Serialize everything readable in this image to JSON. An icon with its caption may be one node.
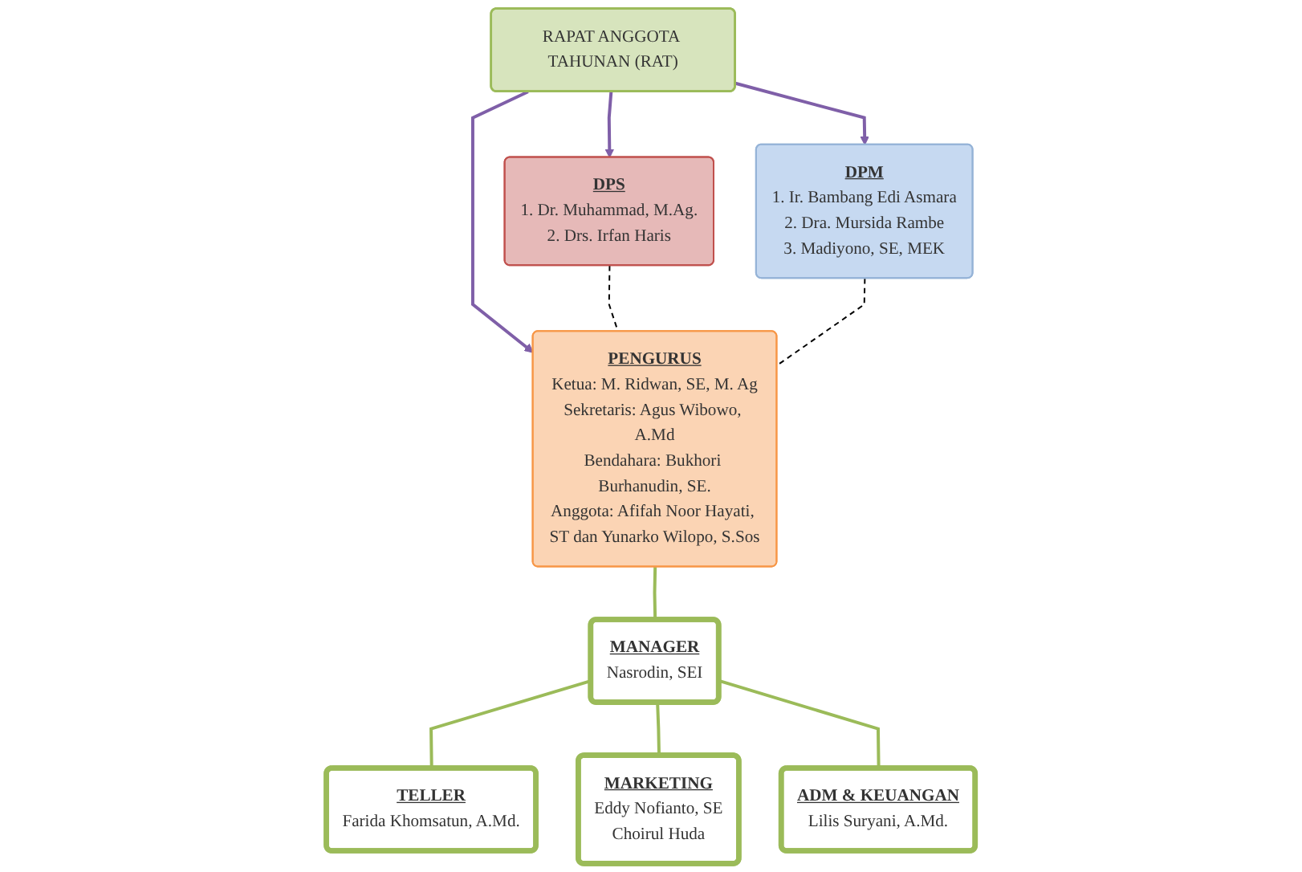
{
  "diagram": {
    "nodes": [
      {
        "text": [
          "RAPAT ANGGOTA TAHUNAN (RAT)"
        ]
      },
      {
        "text": [
          "DPS",
          "1. Dr. Muhammad, M.Ag.",
          "2. Drs. Irfan Haris"
        ]
      },
      {
        "text": [
          "DPM",
          "1. Ir. Bambang Edi Asmara",
          "2. Dra. Mursida Rambe",
          "3. Madiyono, SE, MEK"
        ]
      },
      {
        "text": [
          "PENGURUS",
          "Ketua: M. Ridwan, SE, M. Ag",
          "Sekretaris: Agus Wibowo, A.Md",
          "Bendahara: Bukhori Burhanudin, SE.",
          "Anggota: Afifah Noor Hayati, ST dan Yunarko Wilopo, S.Sos"
        ]
      },
      {
        "text": [
          "MANAGER",
          "Nasrodin, SEI"
        ]
      },
      {
        "text": [
          "TELLER",
          "Farida Khomsatun, A.Md."
        ]
      },
      {
        "text": [
          "MARKETING",
          "Eddy Nofianto, SE",
          "Choirul Huda"
        ]
      },
      {
        "text": [
          "ADM & KEUANGAN",
          "Lilis Suryani, A.Md."
        ]
      }
    ],
    "edges": [
      {
        "from": 0,
        "to": 1,
        "arrow": "to",
        "color": "#7f5fa8"
      },
      {
        "from": 0,
        "to": 2,
        "arrow": "to",
        "color": "#7f5fa8"
      },
      {
        "from": 0,
        "to": 3,
        "arrow": "to",
        "color": "#7f5fa8"
      },
      {
        "from": 1,
        "to": 3,
        "arrow": "none",
        "style": "dashed",
        "color": "#000000"
      },
      {
        "from": 2,
        "to": 3,
        "arrow": "none",
        "style": "dashed",
        "color": "#000000"
      },
      {
        "from": 3,
        "to": 4,
        "arrow": "none"
      },
      {
        "from": 4,
        "to": 5,
        "arrow": "none"
      },
      {
        "from": 4,
        "to": 6,
        "arrow": "none"
      },
      {
        "from": 4,
        "to": 7,
        "arrow": "none"
      }
    ]
  }
}
